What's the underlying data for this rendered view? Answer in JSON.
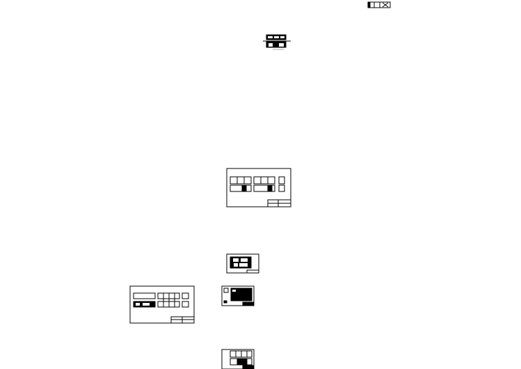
{
  "canvas": {
    "background": "#ffffff",
    "ink": "#000000"
  },
  "sheets": [
    {
      "id": "elevation-strip-top-right"
    },
    {
      "id": "elevation-detail-top"
    },
    {
      "id": "elevation-sheet-center"
    },
    {
      "id": "section-sheet-small"
    },
    {
      "id": "elevation-sheet-left"
    },
    {
      "id": "plan-sheet"
    },
    {
      "id": "facade-sheet-bottom"
    }
  ]
}
